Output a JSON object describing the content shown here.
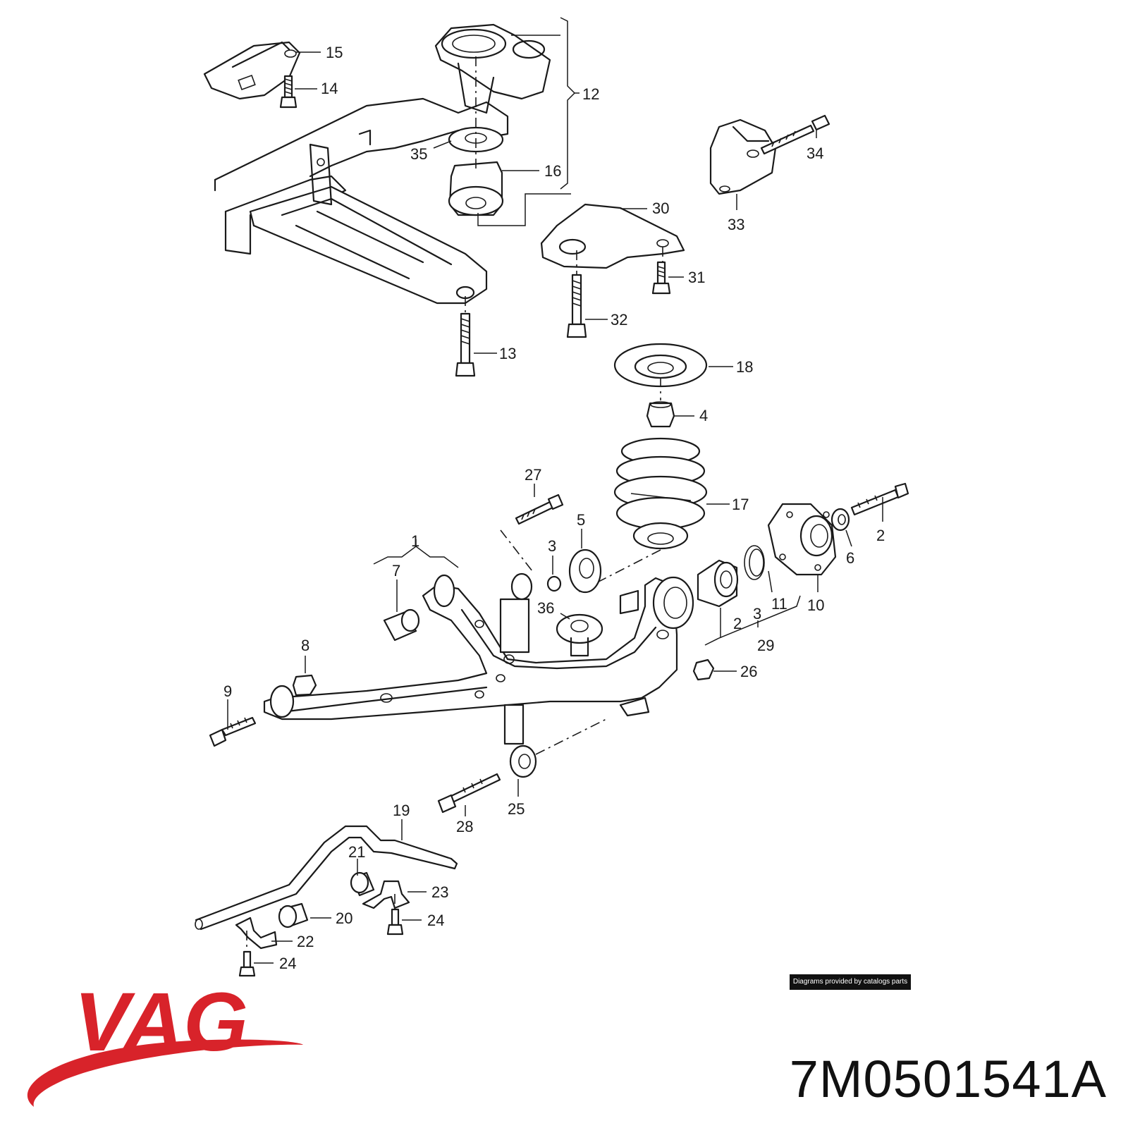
{
  "diagram": {
    "callouts": {
      "c1": "1",
      "c2a": "2",
      "c2b": "2",
      "c3a": "3",
      "c3b": "3",
      "c4": "4",
      "c5": "5",
      "c6": "6",
      "c7": "7",
      "c8": "8",
      "c9": "9",
      "c10": "10",
      "c11": "11",
      "c12": "12",
      "c13": "13",
      "c14": "14",
      "c15": "15",
      "c16": "16",
      "c17": "17",
      "c18": "18",
      "c19": "19",
      "c20": "20",
      "c21": "21",
      "c22": "22",
      "c23": "23",
      "c24a": "24",
      "c24b": "24",
      "c25": "25",
      "c26": "26",
      "c27": "27",
      "c28": "28",
      "c29": "29",
      "c30": "30",
      "c31": "31",
      "c32": "32",
      "c33": "33",
      "c34": "34",
      "c35": "35",
      "c36": "36"
    }
  },
  "credit": "Diagrams provided by catalogs parts",
  "brand": {
    "name": "VAG",
    "color": "#d8232a"
  },
  "part_number": "7M0501541A"
}
